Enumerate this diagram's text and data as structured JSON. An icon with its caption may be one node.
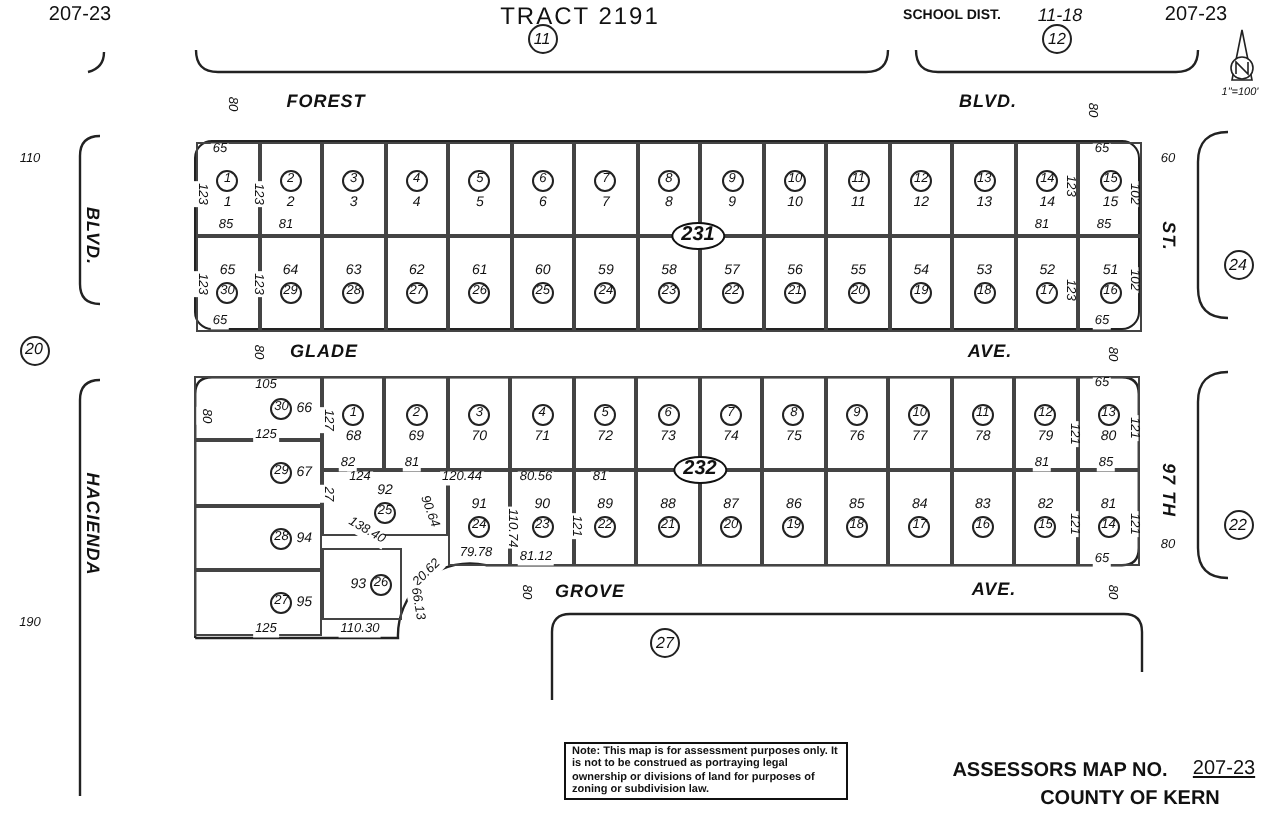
{
  "diagram": {
    "nodes": [
      {
        "text": [],
        "shape": "box"
      },
      {
        "text": [
          "1",
          "1"
        ],
        "in": 0
      },
      {
        "text": [
          "2",
          "2"
        ],
        "in": 0
      },
      {
        "text": [
          "3",
          "3"
        ],
        "in": 0
      },
      {
        "text": [
          "4",
          "4"
        ],
        "in": 0
      },
      {
        "text": [
          "5",
          "5"
        ],
        "in": 0
      },
      {
        "text": [
          "6",
          "6"
        ],
        "in": 0
      },
      {
        "text": [
          "7",
          "7"
        ],
        "in": 0
      },
      {
        "text": [
          "8",
          "8"
        ],
        "in": 0
      },
      {
        "text": [
          "9",
          "9"
        ],
        "in": 0
      },
      {
        "text": [
          "10",
          "10"
        ],
        "in": 0
      },
      {
        "text": [
          "11",
          "11"
        ],
        "in": 0
      },
      {
        "text": [
          "12",
          "12"
        ],
        "in": 0
      },
      {
        "text": [
          "13",
          "13"
        ],
        "in": 0
      },
      {
        "text": [
          "14",
          "14"
        ],
        "in": 0
      },
      {
        "text": [
          "15",
          "15"
        ],
        "in": 0
      },
      {
        "text": [
          "65",
          "30"
        ],
        "in": 0
      },
      {
        "text": [
          "64",
          "29"
        ],
        "in": 0
      },
      {
        "text": [
          "63",
          "28"
        ],
        "in": 0
      },
      {
        "text": [
          "62",
          "27"
        ],
        "in": 0
      },
      {
        "text": [
          "61",
          "26"
        ],
        "in": 0
      },
      {
        "text": [
          "60",
          "25"
        ],
        "in": 0
      },
      {
        "text": [
          "59",
          "24"
        ],
        "in": 0
      },
      {
        "text": [
          "58",
          "23"
        ],
        "in": 0
      },
      {
        "text": [
          "57",
          "22"
        ],
        "in": 0
      },
      {
        "text": [
          "56",
          "21"
        ],
        "in": 0
      },
      {
        "text": [
          "55",
          "20"
        ],
        "in": 0
      },
      {
        "text": [
          "54",
          "19"
        ],
        "in": 0
      },
      {
        "text": [
          "53",
          "18"
        ],
        "in": 0
      },
      {
        "text": [
          "52",
          "17"
        ],
        "in": 0
      },
      {
        "text": [
          "51",
          "16"
        ],
        "in": 0
      },
      {
        "text": [],
        "shape": "box"
      },
      {
        "text": [
          "30",
          "66"
        ],
        "in": 31
      },
      {
        "text": [
          "29",
          "67"
        ],
        "in": 31
      },
      {
        "text": [
          "28",
          "94"
        ],
        "in": 31
      },
      {
        "text": [
          "27",
          "95"
        ],
        "in": 31
      },
      {
        "text": [
          "1",
          "68"
        ],
        "in": 31
      },
      {
        "text": [
          "2",
          "69"
        ],
        "in": 31
      },
      {
        "text": [
          "3",
          "70"
        ],
        "in": 31
      },
      {
        "text": [
          "4",
          "71"
        ],
        "in": 31
      },
      {
        "text": [
          "5",
          "72"
        ],
        "in": 31
      },
      {
        "text": [
          "6",
          "73"
        ],
        "in": 31
      },
      {
        "text": [
          "7",
          "74"
        ],
        "in": 31
      },
      {
        "text": [
          "8",
          "75"
        ],
        "in": 31
      },
      {
        "text": [
          "9",
          "76"
        ],
        "in": 31
      },
      {
        "text": [
          "10",
          "77"
        ],
        "in": 31
      },
      {
        "text": [
          "11",
          "78"
        ],
        "in": 31
      },
      {
        "text": [
          "12",
          "79"
        ],
        "in": 31
      },
      {
        "text": [
          "13",
          "80"
        ],
        "in": 31
      },
      {
        "text": [
          "92",
          "25"
        ],
        "in": 31
      },
      {
        "text": [
          "91",
          "24"
        ],
        "in": 31
      },
      {
        "text": [
          "90",
          "23"
        ],
        "in": 31
      },
      {
        "text": [
          "89",
          "22"
        ],
        "in": 31
      },
      {
        "text": [
          "88",
          "21"
        ],
        "in": 31
      },
      {
        "text": [
          "87",
          "20"
        ],
        "in": 31
      },
      {
        "text": [
          "86",
          "19"
        ],
        "in": 31
      },
      {
        "text": [
          "85",
          "18"
        ],
        "in": 31
      },
      {
        "text": [
          "84",
          "17"
        ],
        "in": 31
      },
      {
        "text": [
          "83",
          "16"
        ],
        "in": 31
      },
      {
        "text": [
          "82",
          "15"
        ],
        "in": 31
      },
      {
        "text": [
          "81",
          "14"
        ],
        "in": 31
      },
      {
        "text": [
          "93",
          "26"
        ],
        "in": 31
      },
      {
        "text": [
          "11"
        ]
      },
      {
        "text": [
          "12"
        ]
      },
      {
        "text": [
          "20"
        ]
      },
      {
        "text": [
          "24"
        ]
      },
      {
        "text": [
          "22"
        ]
      },
      {
        "text": [
          "27"
        ]
      },
      {
        "text": [
          "Note: This map is for assessment purposes only. It is not to be construed as portraying legal ownership or divisions of land for purposes of zoning or subdivision law."
        ]
      },
      {
        "text": [
          "231"
        ],
        "in": 0
      },
      {
        "text": [
          "232"
        ],
        "in": 31
      }
    ],
    "labels": [
      "207-23",
      "TRACT 2191",
      "SCHOOL DIST.",
      "11-18",
      "207-23",
      "80",
      "FOREST",
      "BLVD.",
      "80",
      "110",
      "60",
      "1\"=100'",
      "BLVD.",
      "ST.",
      "65",
      "123",
      "123",
      "85",
      "81",
      "123",
      "123",
      "65",
      "65",
      "123",
      "102",
      "81",
      "85",
      "123",
      "102",
      "65",
      "80",
      "GLADE",
      "AVE.",
      "80",
      "HACIENDA",
      "105",
      "80",
      "127",
      "125",
      "82",
      "81",
      "124",
      "120.44",
      "80.56",
      "81",
      "27",
      "138.40",
      "90.64",
      "110.74",
      "121",
      "20.62",
      "79.78",
      "81.12",
      "125",
      "110.30",
      "66.13",
      "80",
      "GROVE",
      "AVE.",
      "80",
      "65",
      "121",
      "121",
      "81",
      "85",
      "121",
      "121",
      "65",
      "97 TH",
      "80",
      "190",
      "ASSESSORS MAP NO.",
      "207-23",
      "COUNTY OF KERN"
    ]
  }
}
